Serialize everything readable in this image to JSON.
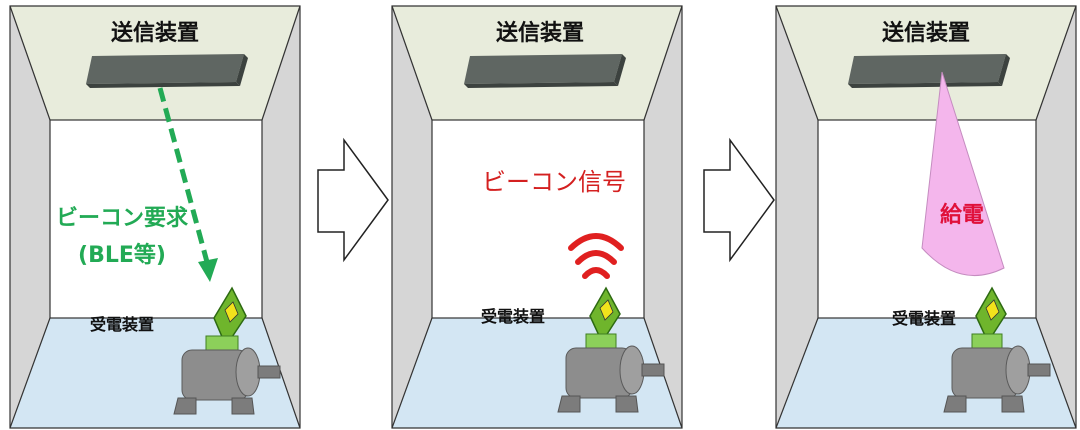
{
  "panels": [
    {
      "title": "送信装置",
      "receiver_label": "受電装置",
      "beacon_request_line1": "ビーコン要求",
      "beacon_request_line2": "(BLE等)"
    },
    {
      "title": "送信装置",
      "receiver_label": "受電装置",
      "beacon_signal": "ビーコン信号"
    },
    {
      "title": "送信装置",
      "receiver_label": "受電装置",
      "power_label": "給電"
    }
  ],
  "colors": {
    "ceiling": "#e8ecdc",
    "side_wall": "#d6d6d6",
    "floor": "#d3e6f3",
    "transmitter": "#5f6662",
    "beacon_request": "#22aa55",
    "beacon_signal": "#e02020",
    "power_beam": "#f4b6ec",
    "receiver_board": "#6fb52c",
    "receiver_chip": "#f2e21c",
    "motor": "#8d8d8d",
    "arrow": "#ffffff"
  },
  "icons": [
    "transmitter-panel-icon",
    "receiver-board-icon",
    "motor-icon",
    "signal-waves-icon",
    "process-arrow-icon"
  ]
}
